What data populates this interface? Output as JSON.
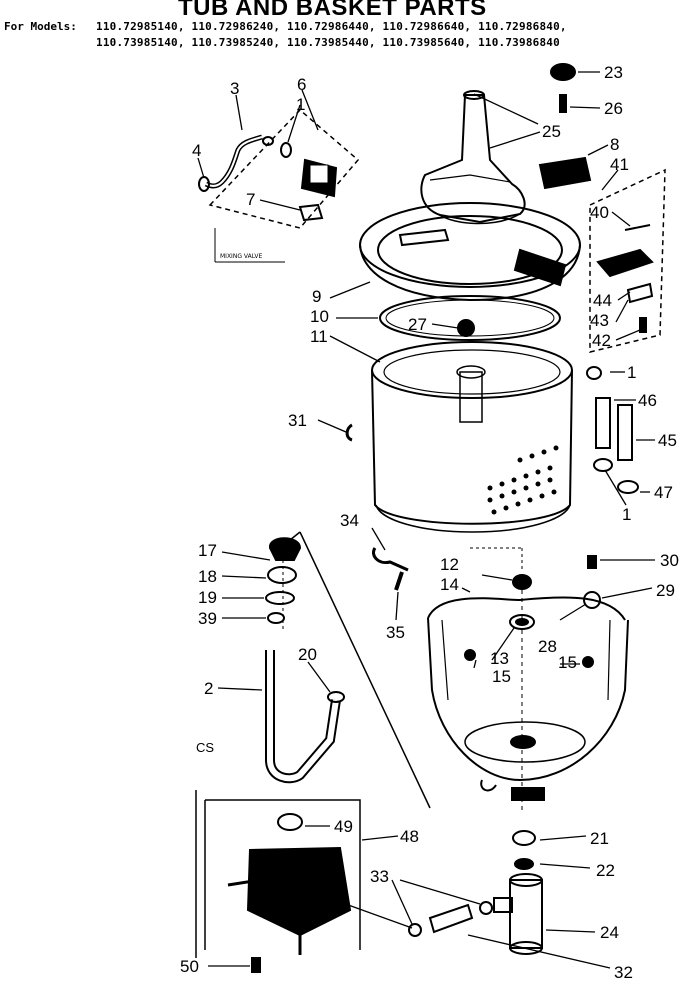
{
  "header": {
    "title": "TUB AND BASKET PARTS",
    "models_label": "For Models:",
    "models_line1": "110.72985140, 110.72986240, 110.72986440, 110.72986640, 110.72986840,",
    "models_line2": "110.73985140, 110.73985240, 110.73985440, 110.73985640, 110.73986840"
  },
  "labels": {
    "mixing_valve": "MIXING VALVE",
    "cs": "CS"
  },
  "callouts": [
    "1",
    "2",
    "3",
    "4",
    "6",
    "7",
    "8",
    "9",
    "10",
    "11",
    "12",
    "13",
    "14",
    "15",
    "17",
    "18",
    "19",
    "20",
    "21",
    "22",
    "23",
    "24",
    "25",
    "26",
    "27",
    "28",
    "29",
    "30",
    "31",
    "32",
    "33",
    "34",
    "35",
    "39",
    "40",
    "41",
    "42",
    "43",
    "44",
    "45",
    "46",
    "47",
    "48",
    "49",
    "50"
  ]
}
